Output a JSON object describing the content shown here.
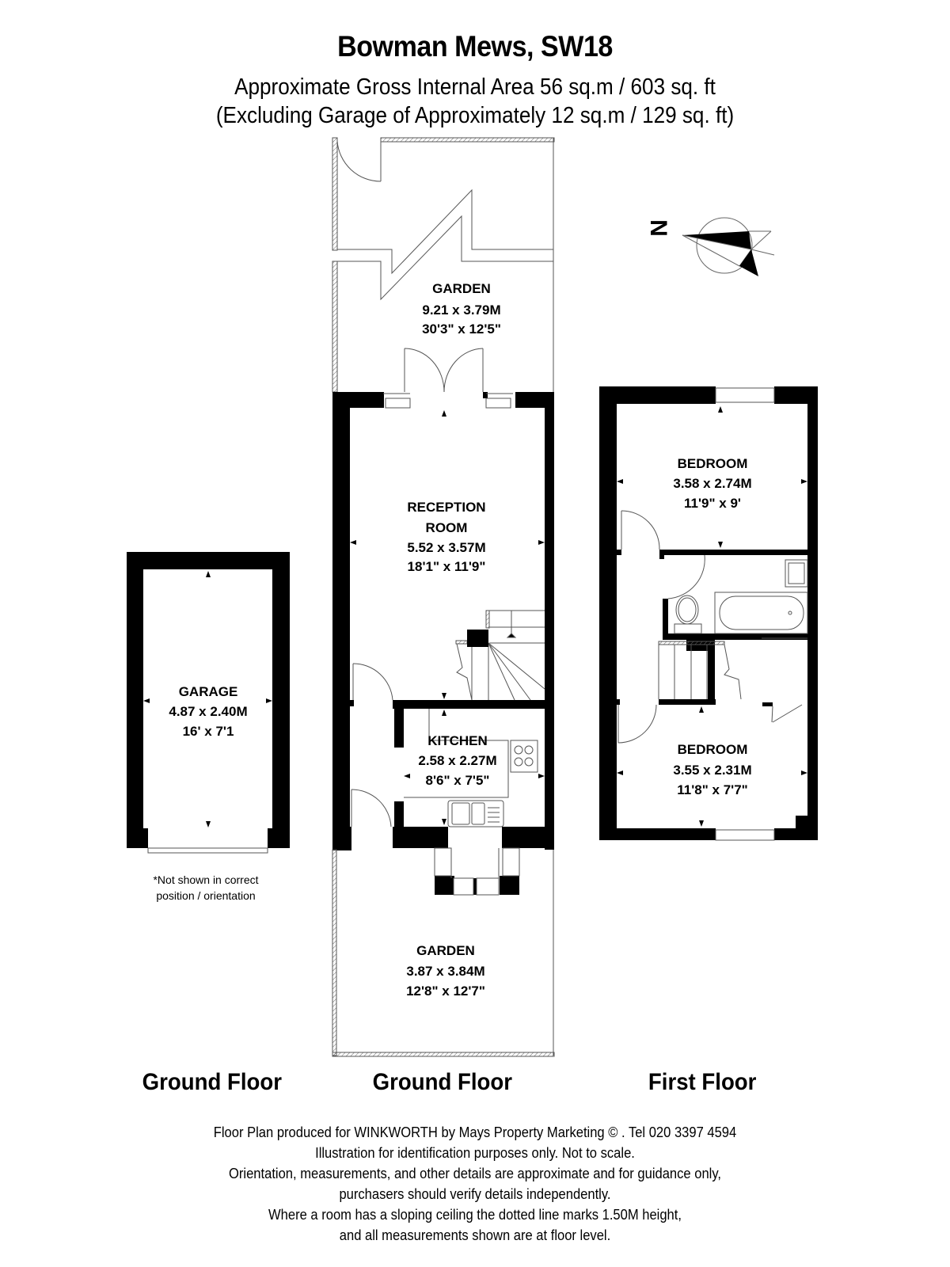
{
  "header": {
    "title": "Bowman Mews, SW18",
    "area_line": "Approximate Gross Internal Area 56 sq.m  /  603 sq. ft",
    "garage_line": "(Excluding Garage of Approximately 12 sq.m  /  129 sq. ft)"
  },
  "compass": {
    "label": "N",
    "icon": "north-arrow-icon"
  },
  "rooms": {
    "garden_rear": {
      "name": "GARDEN",
      "metric": "9.21 x 3.79M",
      "imperial": "30'3\" x 12'5\""
    },
    "reception": {
      "name_line1": "RECEPTION",
      "name_line2": "ROOM",
      "metric": "5.52 x 3.57M",
      "imperial": "18'1\" x 11'9\""
    },
    "kitchen": {
      "name": "KITCHEN",
      "metric": "2.58 x 2.27M",
      "imperial": "8'6\" x 7'5\""
    },
    "garden_front": {
      "name": "GARDEN",
      "metric": "3.87 x 3.84M",
      "imperial": "12'8\" x 12'7\""
    },
    "garage": {
      "name": "GARAGE",
      "metric": "4.87 x 2.40M",
      "imperial": "16' x 7'1"
    },
    "bedroom1": {
      "name": "BEDROOM",
      "metric": "3.58 x 2.74M",
      "imperial": "11'9\" x 9'"
    },
    "bedroom2": {
      "name": "BEDROOM",
      "metric": "3.55 x 2.31M",
      "imperial": "11'8\" x 7'7\""
    }
  },
  "garage_note": {
    "line1": "*Not shown in correct",
    "line2": "position / orientation"
  },
  "floor_labels": [
    "Ground Floor",
    "Ground Floor",
    "First Floor"
  ],
  "footer": {
    "lines": [
      "Floor Plan produced for WINKWORTH by Mays Property Marketing  © . Tel 020 3397 4594",
      "Illustration for identification purposes only. Not to scale.",
      "Orientation, measurements, and other details are approximate and for guidance only,",
      "purchasers should verify details independently.",
      "Where a room has a sloping ceiling the dotted line marks 1.50M height,",
      "and all measurements shown are at floor level."
    ]
  },
  "colors": {
    "wall": "#000000",
    "line": "#555555",
    "background": "#ffffff"
  }
}
